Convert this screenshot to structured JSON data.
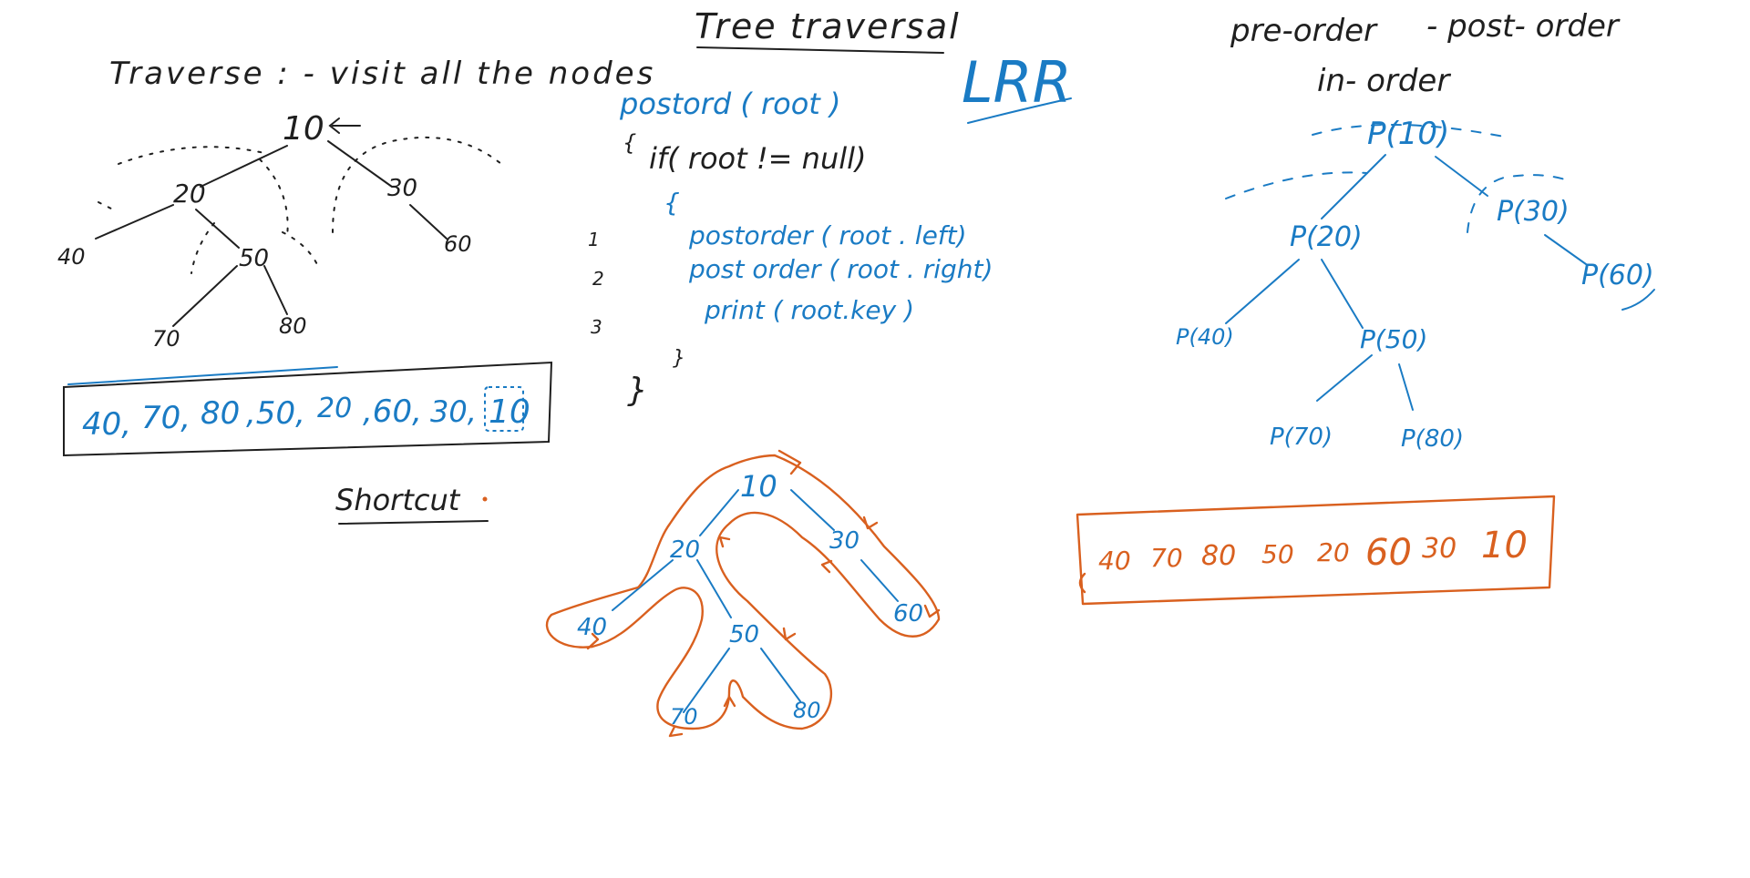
{
  "left": {
    "heading": "Traverse : - visit all the nodes",
    "tree": [
      "10",
      "20",
      "30",
      "40",
      "50",
      "60",
      "70",
      "80"
    ],
    "result": [
      "40,",
      "70,",
      "80",
      ",50,",
      "20",
      ",60,",
      "30,",
      "10"
    ],
    "shortcut": "Shortcut"
  },
  "middle": {
    "title": "Tree traversal",
    "lrr": "LRR",
    "code": [
      "postord ( root )",
      "{",
      "if( root != null)",
      "{",
      "postorder ( root . left)",
      "post order ( root . right)",
      "print ( root.key )",
      "}",
      "}"
    ],
    "line_numbers": [
      "1",
      "2",
      "3"
    ],
    "tree": [
      "10",
      "20",
      "30",
      "40",
      "50",
      "60",
      "70",
      "80"
    ]
  },
  "right": {
    "orders": [
      "pre-order",
      "- post- order",
      "in- order"
    ],
    "tree": [
      "P(10)",
      "P(20)",
      "P(30)",
      "P(40)",
      "P(50)",
      "P(60)",
      "P(70)",
      "P(80)"
    ],
    "result": [
      "40",
      "70",
      "80",
      "50",
      "20",
      "60",
      "30",
      "10"
    ]
  },
  "colors": {
    "ink": "#1f1f1f",
    "blue": "#1a7bc4",
    "orange": "#d9601f"
  }
}
